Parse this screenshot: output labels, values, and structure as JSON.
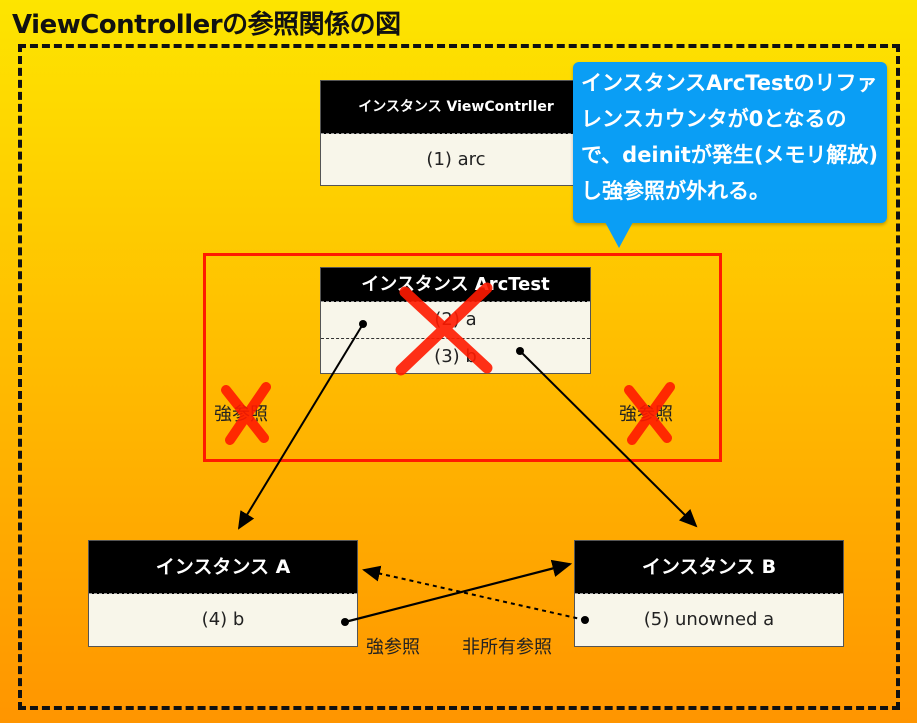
{
  "title": "ViewControllerの参照関係の図",
  "callout": "インスタンスArcTestのリファレンスカウンタが0となるので、deinitが発生(メモリ解放)し強参照が外れる。",
  "instances": {
    "viewcontroller": {
      "header": "インスタンス ViewContrller",
      "rows": [
        "(1) arc"
      ]
    },
    "arctest": {
      "header": "インスタンス ArcTest",
      "rows": [
        "(2) a",
        "(3) b"
      ]
    },
    "a": {
      "header": "インスタンス A",
      "rows": [
        "(4) b"
      ]
    },
    "b": {
      "header": "インスタンス B",
      "rows": [
        "(5) unowned a"
      ]
    }
  },
  "labels": {
    "strong_left": "強参照",
    "strong_right": "強参照",
    "strong_bottom": "強参照",
    "unowned_bottom": "非所有参照"
  },
  "colors": {
    "callout": "#0a9ef5",
    "cross": "#ff1a00",
    "header": "#000000"
  }
}
